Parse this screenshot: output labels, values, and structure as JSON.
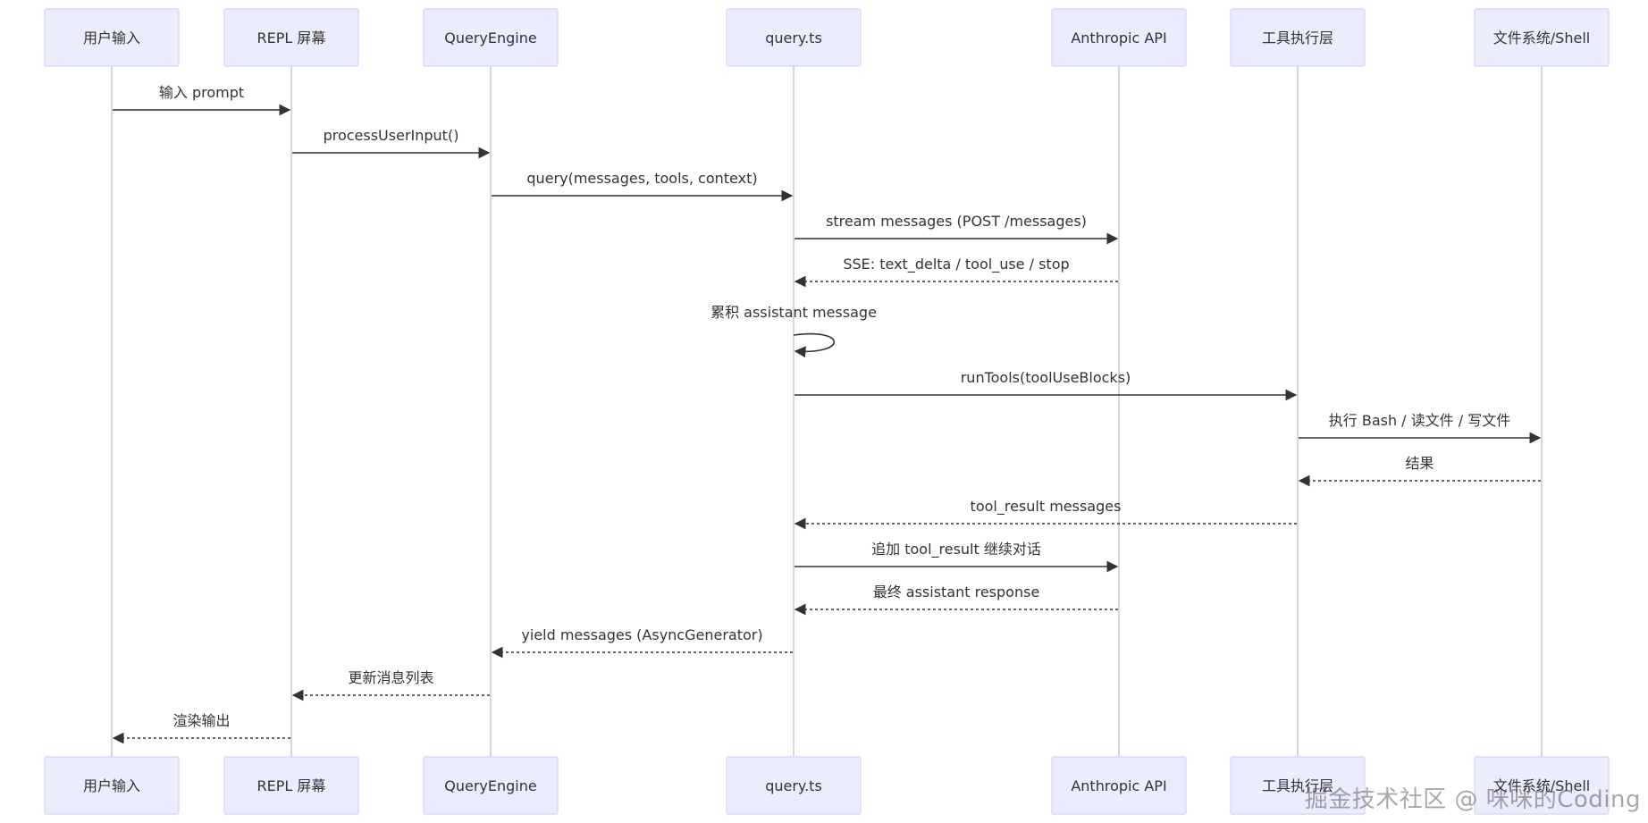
{
  "diagram": {
    "type": "sequence",
    "actors": [
      {
        "id": "user",
        "label": "用户输入"
      },
      {
        "id": "repl",
        "label": "REPL 屏幕"
      },
      {
        "id": "engine",
        "label": "QueryEngine"
      },
      {
        "id": "query",
        "label": "query.ts"
      },
      {
        "id": "api",
        "label": "Anthropic API"
      },
      {
        "id": "tools",
        "label": "工具执行层"
      },
      {
        "id": "fs",
        "label": "文件系统/Shell"
      }
    ],
    "messages": [
      {
        "from": "user",
        "to": "repl",
        "label": "输入 prompt",
        "style": "solid"
      },
      {
        "from": "repl",
        "to": "engine",
        "label": "processUserInput()",
        "style": "solid"
      },
      {
        "from": "engine",
        "to": "query",
        "label": "query(messages, tools, context)",
        "style": "solid"
      },
      {
        "from": "query",
        "to": "api",
        "label": "stream messages (POST /messages)",
        "style": "solid"
      },
      {
        "from": "api",
        "to": "query",
        "label": "SSE: text_delta / tool_use / stop",
        "style": "dotted"
      },
      {
        "from": "query",
        "to": "query",
        "label": "累积 assistant message",
        "style": "solid"
      },
      {
        "from": "query",
        "to": "tools",
        "label": "runTools(toolUseBlocks)",
        "style": "solid"
      },
      {
        "from": "tools",
        "to": "fs",
        "label": "执行 Bash / 读文件 / 写文件",
        "style": "solid"
      },
      {
        "from": "fs",
        "to": "tools",
        "label": "结果",
        "style": "dotted"
      },
      {
        "from": "tools",
        "to": "query",
        "label": "tool_result messages",
        "style": "dotted"
      },
      {
        "from": "query",
        "to": "api",
        "label": "追加 tool_result 继续对话",
        "style": "solid"
      },
      {
        "from": "api",
        "to": "query",
        "label": "最终 assistant response",
        "style": "dotted"
      },
      {
        "from": "query",
        "to": "engine",
        "label": "yield messages (AsyncGenerator)",
        "style": "dotted"
      },
      {
        "from": "engine",
        "to": "repl",
        "label": "更新消息列表",
        "style": "dotted"
      },
      {
        "from": "repl",
        "to": "user",
        "label": "渲染输出",
        "style": "dotted"
      }
    ]
  },
  "watermark": "掘金技术社区 @ 咪咪的Coding",
  "colors": {
    "actor_fill": "#ececff",
    "actor_stroke": "#d4d2f7",
    "lifeline": "#c8c8d6",
    "arrow": "#333333",
    "text": "#333333"
  }
}
